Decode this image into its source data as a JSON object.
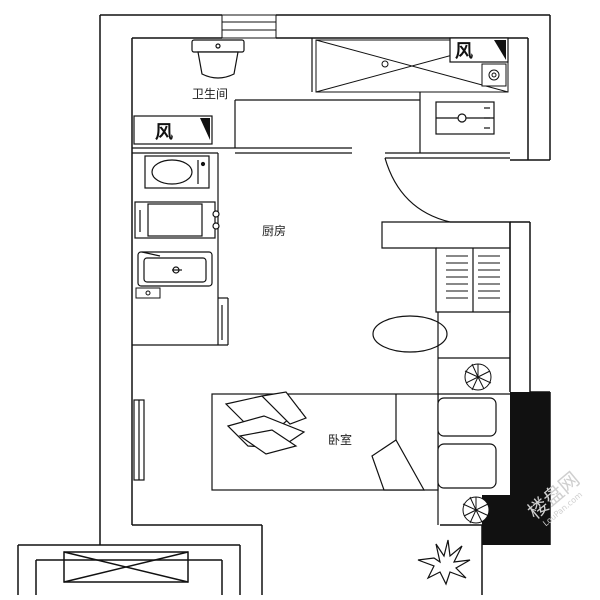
{
  "rooms": {
    "bathroom": "卫生间",
    "kitchen": "厨房",
    "bedroom": "卧室"
  },
  "vents": {
    "top": "风",
    "left": "风"
  },
  "watermark": {
    "brand": "楼盘网",
    "url": "LouPan.com"
  }
}
